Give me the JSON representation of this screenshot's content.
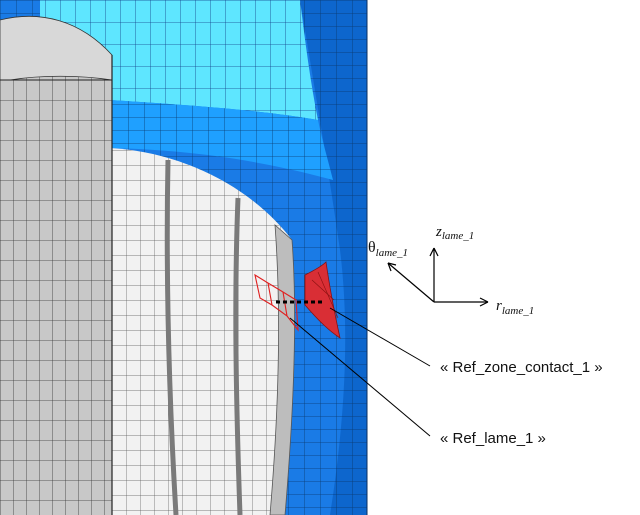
{
  "axes": {
    "r_symbol": "r",
    "r_subscript": "lame_1",
    "theta_symbol": "θ",
    "theta_subscript": "lame_1",
    "z_symbol": "z",
    "z_subscript": "lame_1"
  },
  "callouts": {
    "zone_contact": "« Ref_zone_contact_1 »",
    "lame": "« Ref_lame_1 »"
  },
  "colors": {
    "outer_blue": "#1a7be6",
    "outer_blue_dark": "#0c63c8",
    "top_cyan": "#5ee6ff",
    "top_blue": "#1fa0ff",
    "blade_white": "#f2f2f2",
    "core_gray": "#c8c8c8",
    "contact_red": "#d92e35",
    "mesh_line": "#1a2a3a"
  }
}
